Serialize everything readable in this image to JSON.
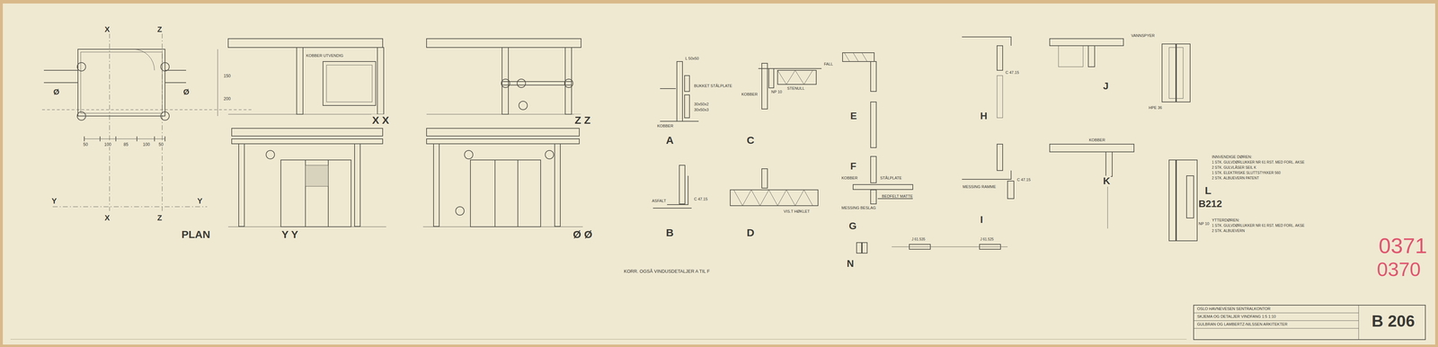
{
  "diagram": {
    "title": "B 206",
    "labels": [
      "PLAN",
      "Y Y",
      "Ø Ø",
      "X X",
      "Z Z",
      "A",
      "B",
      "C",
      "D",
      "E",
      "F",
      "G",
      "H",
      "I",
      "J",
      "K",
      "L",
      "B212",
      "N",
      "KORR. OGSÅ VINDUSDETALJER A TIL F",
      "X",
      "Z",
      "Ø",
      "Ø",
      "Y",
      "Y",
      "X",
      "Z",
      "KOBBER UTVENDIG",
      "L 50x50",
      "BUKKET STÅLPLATE",
      "30x50x2",
      "30x50x3",
      "KOBBER",
      "ASFALT",
      "C 47.15",
      "KOBBER",
      "FALL",
      "STENULL",
      "NP 10",
      "VIS.T HØKLET",
      "C 47.15",
      "KOBBER",
      "STÅLPLATE",
      "MESSING BESLAG",
      "BEDFELT MATTE",
      "MESSING RAMME",
      "C 47.15",
      "VANNSPYER",
      "KOBBER",
      "HPE 36",
      "NP 10",
      "50",
      "100",
      "85",
      "100",
      "50",
      "150",
      "200",
      "J 61.535",
      "J 61.525",
      "INNVENDIGE DØREN:",
      "1 STK. GULVDØRLUKKER NR 61 RST. MED FORL. AKSE",
      "2 STK. GULVLÅSER SEIL K",
      "1 STK. ELEKTRISKE SLUTTSTYKKER 560",
      "2 STK. ALBUEVERN PATENT",
      "YTTERDØREN:",
      "1 STK. GULVDØRLUKKER NR 61 RST. MED FORL. AKSE",
      "2 STK. ALBUEVERN",
      "OSLO HAVNEVESEN SENTRALKONTOR",
      "SKJEMA OG DETALJER VINDFANG 1:5 1:10",
      "GULBRAN OG LAMBERTZ-NILSSEN ARKITEKTER",
      "0371",
      "0370"
    ]
  }
}
